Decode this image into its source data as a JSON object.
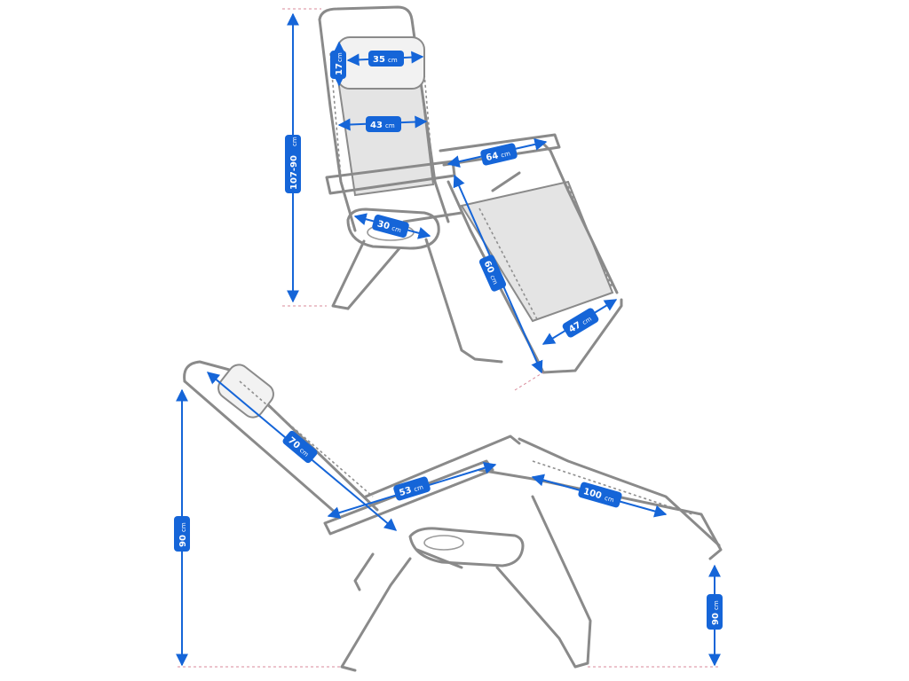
{
  "colors": {
    "accent": "#1565d8",
    "frame": "#8a8a8a",
    "guide": "#d98a9a"
  },
  "dimensions": [
    {
      "id": "headrest-width",
      "value": "35",
      "unit": "cm"
    },
    {
      "id": "headrest-height",
      "value": "17",
      "unit": "cm"
    },
    {
      "id": "seat-back-width",
      "value": "43",
      "unit": "cm"
    },
    {
      "id": "armrest-length",
      "value": "64",
      "unit": "cm"
    },
    {
      "id": "total-height-upright",
      "value": "107-90",
      "unit": "cm"
    },
    {
      "id": "tray-width",
      "value": "30",
      "unit": "cm"
    },
    {
      "id": "leg-length",
      "value": "60",
      "unit": "cm"
    },
    {
      "id": "footrest-width",
      "value": "47",
      "unit": "cm"
    },
    {
      "id": "backrest-length",
      "value": "70",
      "unit": "cm"
    },
    {
      "id": "seat-length",
      "value": "53",
      "unit": "cm"
    },
    {
      "id": "legrest-length",
      "value": "100",
      "unit": "cm"
    },
    {
      "id": "reclined-height",
      "value": "90",
      "unit": "cm"
    },
    {
      "id": "footend-height",
      "value": "90",
      "unit": "cm"
    }
  ]
}
